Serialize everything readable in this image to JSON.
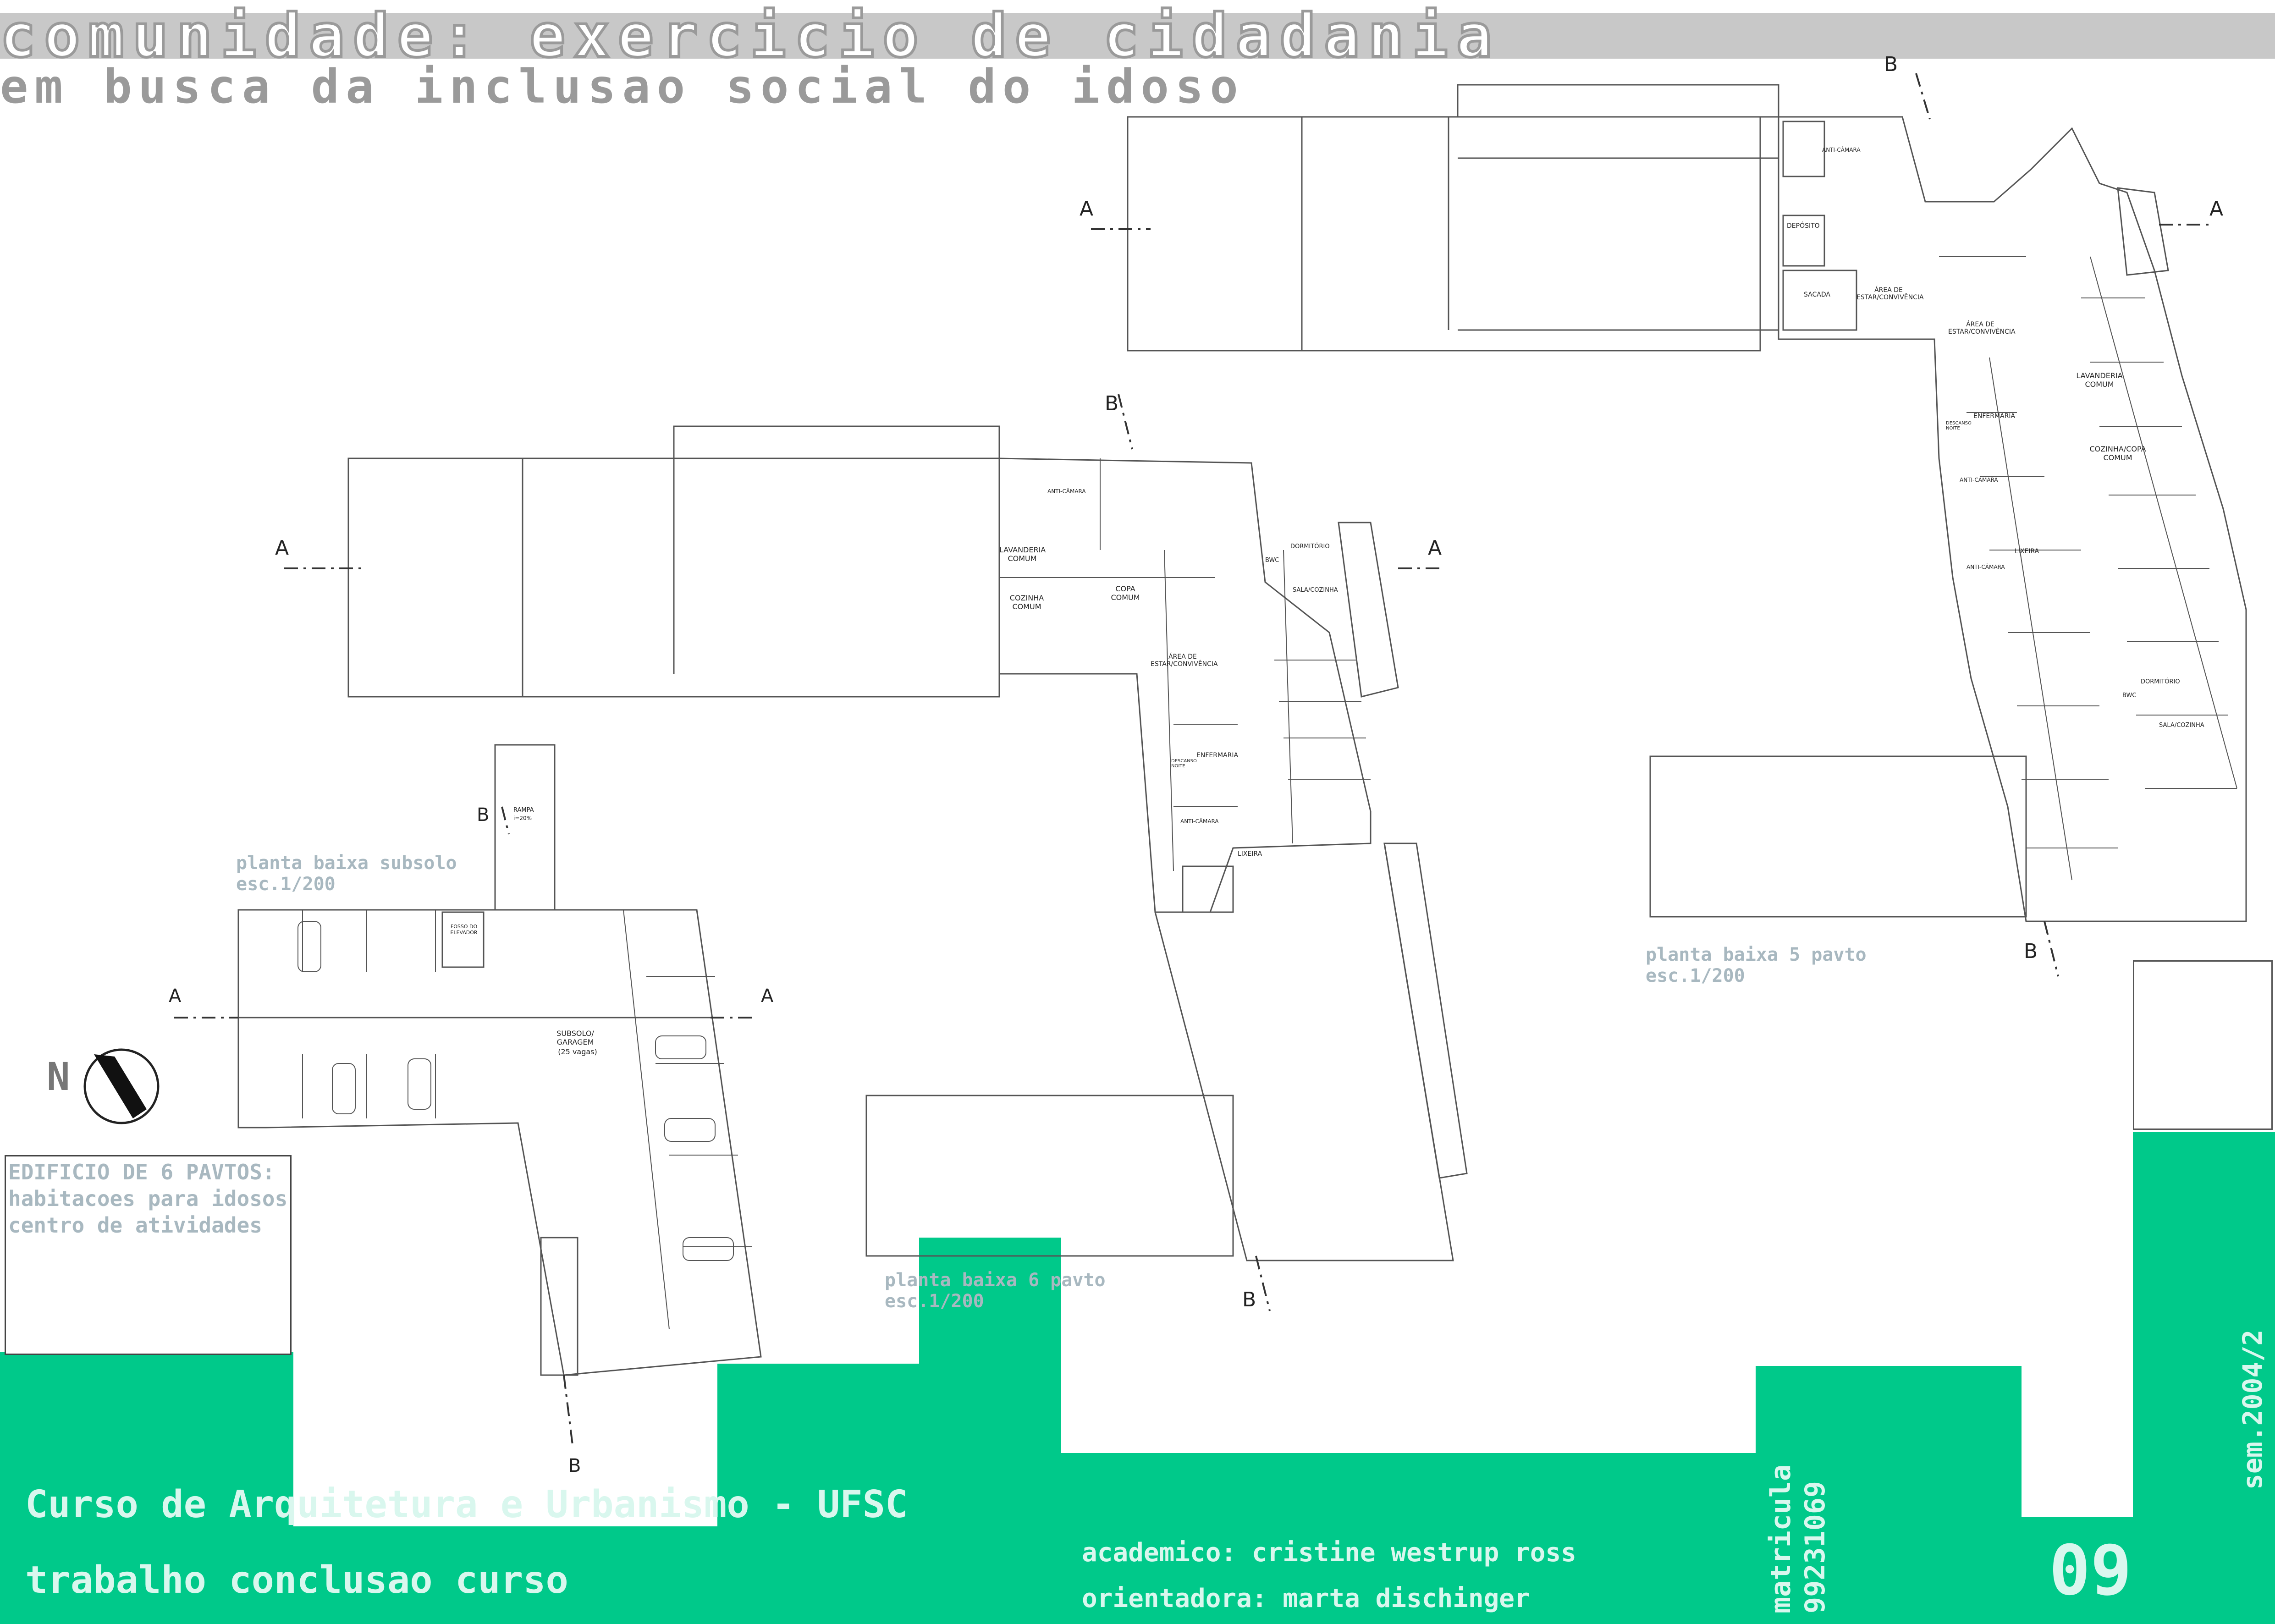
{
  "header": {
    "title": "comunidade: exercicio de cidadania",
    "subtitle": "em busca da inclusao social do idoso"
  },
  "plans": {
    "subsolo": {
      "name": "planta baixa subsolo",
      "scale": "esc.1/200"
    },
    "pavto6": {
      "name": "planta baixa 6 pavto",
      "scale": "esc.1/200"
    },
    "pavto5": {
      "name": "planta baixa 5 pavto",
      "scale": "esc.1/200"
    }
  },
  "section_marks": {
    "a": "A",
    "b": "B"
  },
  "north_label": "N",
  "rooms": {
    "anti_camara": "ANTI-CÂMARA",
    "deposito": "DEPÓSITO",
    "sacada": "SACADA",
    "area_estar": "ÁREA DE ESTAR/CONVIVÊNCIA",
    "lavanderia": "LAVANDERIA COMUM",
    "enfermaria": "ENFERMARIA",
    "descanso": "DESCANSO NOITE",
    "cozinha_copa": "COZINHA/COPA COMUM",
    "lixeira": "LIXEIRA",
    "dormitorio": "DORMITÓRIO",
    "bwc": "BWC",
    "sala_cozinha": "SALA/COZINHA",
    "cozinha_comum": "COZINHA COMUM",
    "copa_comum": "COPA COMUM",
    "rampa": "RAMPA",
    "rampa_pct": "i=20%",
    "fosso": "FOSSO DO ELEVADOR",
    "subsolo": "SUBSOLO/ GARAGEM",
    "vagas": "(25 vagas)"
  },
  "info_box": {
    "line1": "EDIFICIO DE 6 PAVTOS:",
    "line2": "habitacoes para idosos",
    "line3": "centro de atividades"
  },
  "footer": {
    "course": "Curso de Arquitetura e Urbanismo - UFSC",
    "work": "trabalho conclusao  curso",
    "academico": "academico: cristine westrup ross",
    "orientadora": "orientadora: marta dischinger",
    "matricula_label": "matricula",
    "matricula": "99231069",
    "semestre": "sem.2004/2",
    "sheet": "09"
  },
  "colors": {
    "accent": "#00c98a",
    "title_gray": "#c8c8c8",
    "label": "#a8b8c0"
  }
}
